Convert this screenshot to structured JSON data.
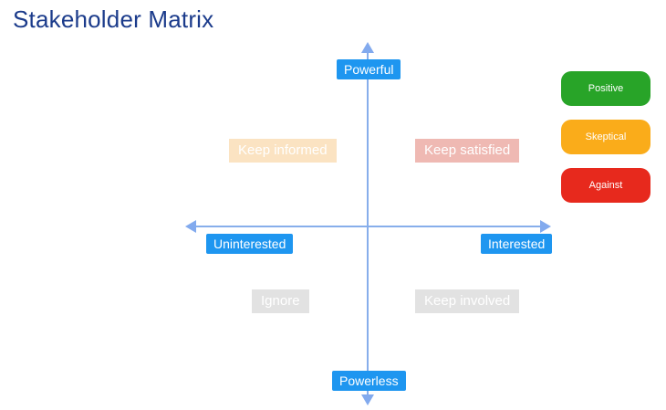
{
  "page": {
    "title": "Stakeholder Matrix",
    "title_color": "#1B3B8B"
  },
  "axes": {
    "line_color": "#87AEEB",
    "label_bg": "#1E96F0",
    "label_text_color": "#FFFFFF",
    "top": "Powerful",
    "bottom": "Powerless",
    "left": "Uninterested",
    "right": "Interested"
  },
  "quadrants": [
    {
      "position": "top-left",
      "label": "Keep informed",
      "bg": "#FBE3C2"
    },
    {
      "position": "top-right",
      "label": "Keep satisfied",
      "bg": "#EFB9B3"
    },
    {
      "position": "bottom-left",
      "label": "Ignore",
      "bg": "#E2E2E2"
    },
    {
      "position": "bottom-right",
      "label": "Keep involved",
      "bg": "#E2E2E2"
    }
  ],
  "legend": [
    {
      "label": "Positive",
      "color": "#28A428"
    },
    {
      "label": "Skeptical",
      "color": "#FAAC1A"
    },
    {
      "label": "Against",
      "color": "#E7291D"
    }
  ]
}
